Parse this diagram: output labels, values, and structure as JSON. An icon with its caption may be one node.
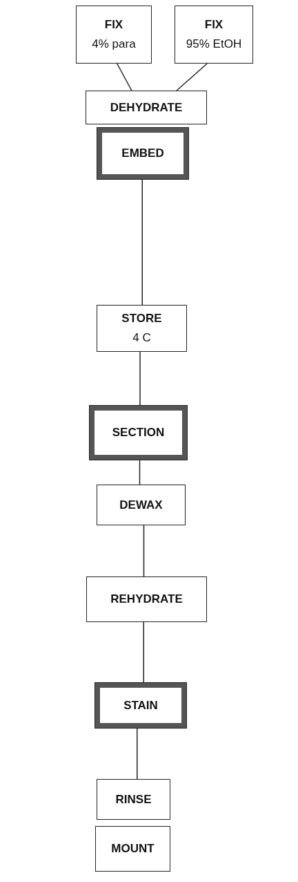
{
  "diagram": {
    "nodes": [
      {
        "text": [
          "FIX",
          "4% para"
        ]
      },
      {
        "text": [
          "FIX",
          "95% EtOH"
        ]
      },
      {
        "text": [
          "DEHYDRATE"
        ]
      },
      {
        "text": [
          "EMBED"
        ]
      },
      {
        "text": [
          "STORE",
          "4 C"
        ]
      },
      {
        "text": [
          "SECTION"
        ]
      },
      {
        "text": [
          "DEWAX"
        ]
      },
      {
        "text": [
          "REHYDRATE"
        ]
      },
      {
        "text": [
          "STAIN"
        ]
      },
      {
        "text": [
          "RINSE"
        ]
      },
      {
        "text": [
          "MOUNT"
        ]
      }
    ],
    "edges": [
      {
        "from": 0,
        "to": 2,
        "arrow": "none"
      },
      {
        "from": 1,
        "to": 2,
        "arrow": "none"
      },
      {
        "from": 3,
        "to": 4,
        "arrow": "none"
      },
      {
        "from": 4,
        "to": 5,
        "arrow": "none"
      },
      {
        "from": 5,
        "to": 6,
        "arrow": "none"
      },
      {
        "from": 6,
        "to": 7,
        "arrow": "none"
      },
      {
        "from": 7,
        "to": 8,
        "arrow": "none"
      },
      {
        "from": 8,
        "to": 9,
        "arrow": "none"
      }
    ]
  }
}
